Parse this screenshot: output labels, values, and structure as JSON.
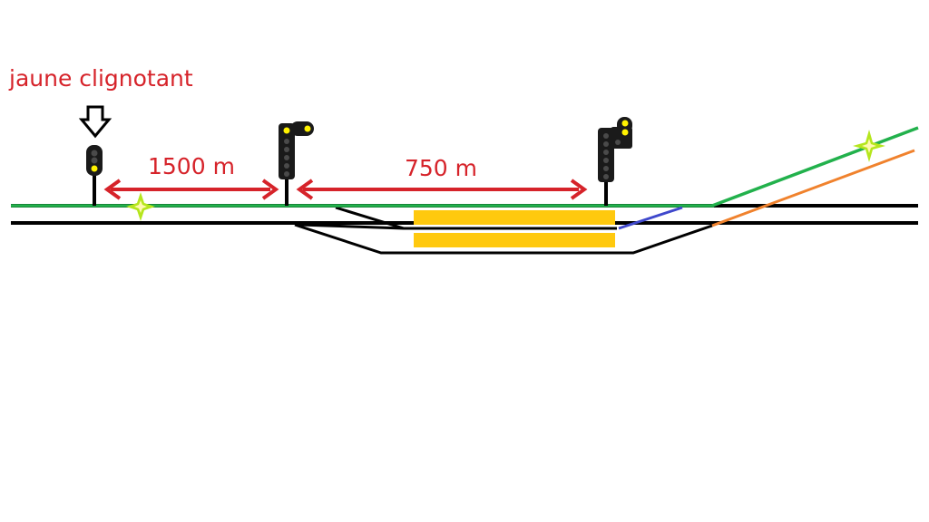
{
  "annotation": {
    "label": "jaune clignotant",
    "color": "#d6232a"
  },
  "distances": [
    {
      "id": "d1",
      "label": "1500 m"
    },
    {
      "id": "d2",
      "label": "750 m"
    }
  ],
  "colors": {
    "track": "#000000",
    "route_main": "#22b14c",
    "route_diverging": "#f0822d",
    "route_crossover": "#3f48cc",
    "platform": "#ffc90e",
    "signal_body": "#1a1a1a",
    "lamp_on": "#fff200",
    "lamp_off": "#4a4a4a",
    "dimension_arrow": "#d6232a",
    "sparkle_outer": "#b5e61d",
    "sparkle_inner": "#fff9b0"
  },
  "signals": [
    {
      "id": "signal-1",
      "type": "small",
      "lit_lamp": "bottom-yellow"
    },
    {
      "id": "signal-2",
      "type": "tall-with-arm",
      "lit_lamp": "arm-yellow-pair"
    },
    {
      "id": "signal-3",
      "type": "tall-with-arm",
      "lit_lamp": "arm-yellow-pair"
    }
  ],
  "icons": {
    "pointer": "down-arrow-outline-icon",
    "marker": "sparkle-star-icon"
  }
}
